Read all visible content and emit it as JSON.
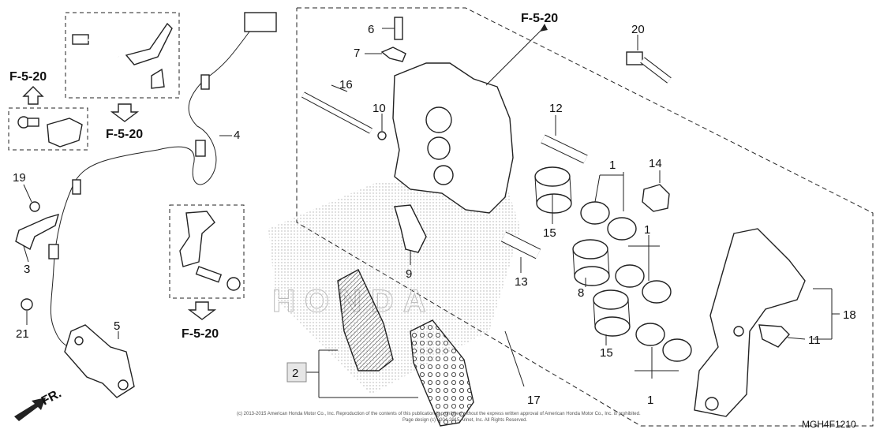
{
  "diagram": {
    "code": "MGH4F1210",
    "copyright": "(c) 2013-2015 American Honda Motor Co., Inc. Reproduction of the contents of this publication is prohibited without the express written approval of American Honda Motor Co., Inc. is prohibited.",
    "copyright2": "Page design (c) 2004-2015 Arinet, Inc. All Rights Reserved.",
    "watermark": "HONDA",
    "direction_label": "FR.",
    "refs": {
      "r1": "F-5-20",
      "r2": "F-5-20",
      "r3": "F-5-20",
      "r4": "F-5-20"
    },
    "callouts": {
      "c1a": "1",
      "c1b": "1",
      "c1c": "1",
      "c2": "2",
      "c3": "3",
      "c4": "4",
      "c5": "5",
      "c6": "6",
      "c7": "7",
      "c8": "8",
      "c9": "9",
      "c10": "10",
      "c11": "11",
      "c12": "12",
      "c13": "13",
      "c14": "14",
      "c15a": "15",
      "c15b": "15",
      "c16": "16",
      "c17": "17",
      "c18": "18",
      "c19": "19",
      "c20": "20",
      "c21": "21"
    }
  }
}
